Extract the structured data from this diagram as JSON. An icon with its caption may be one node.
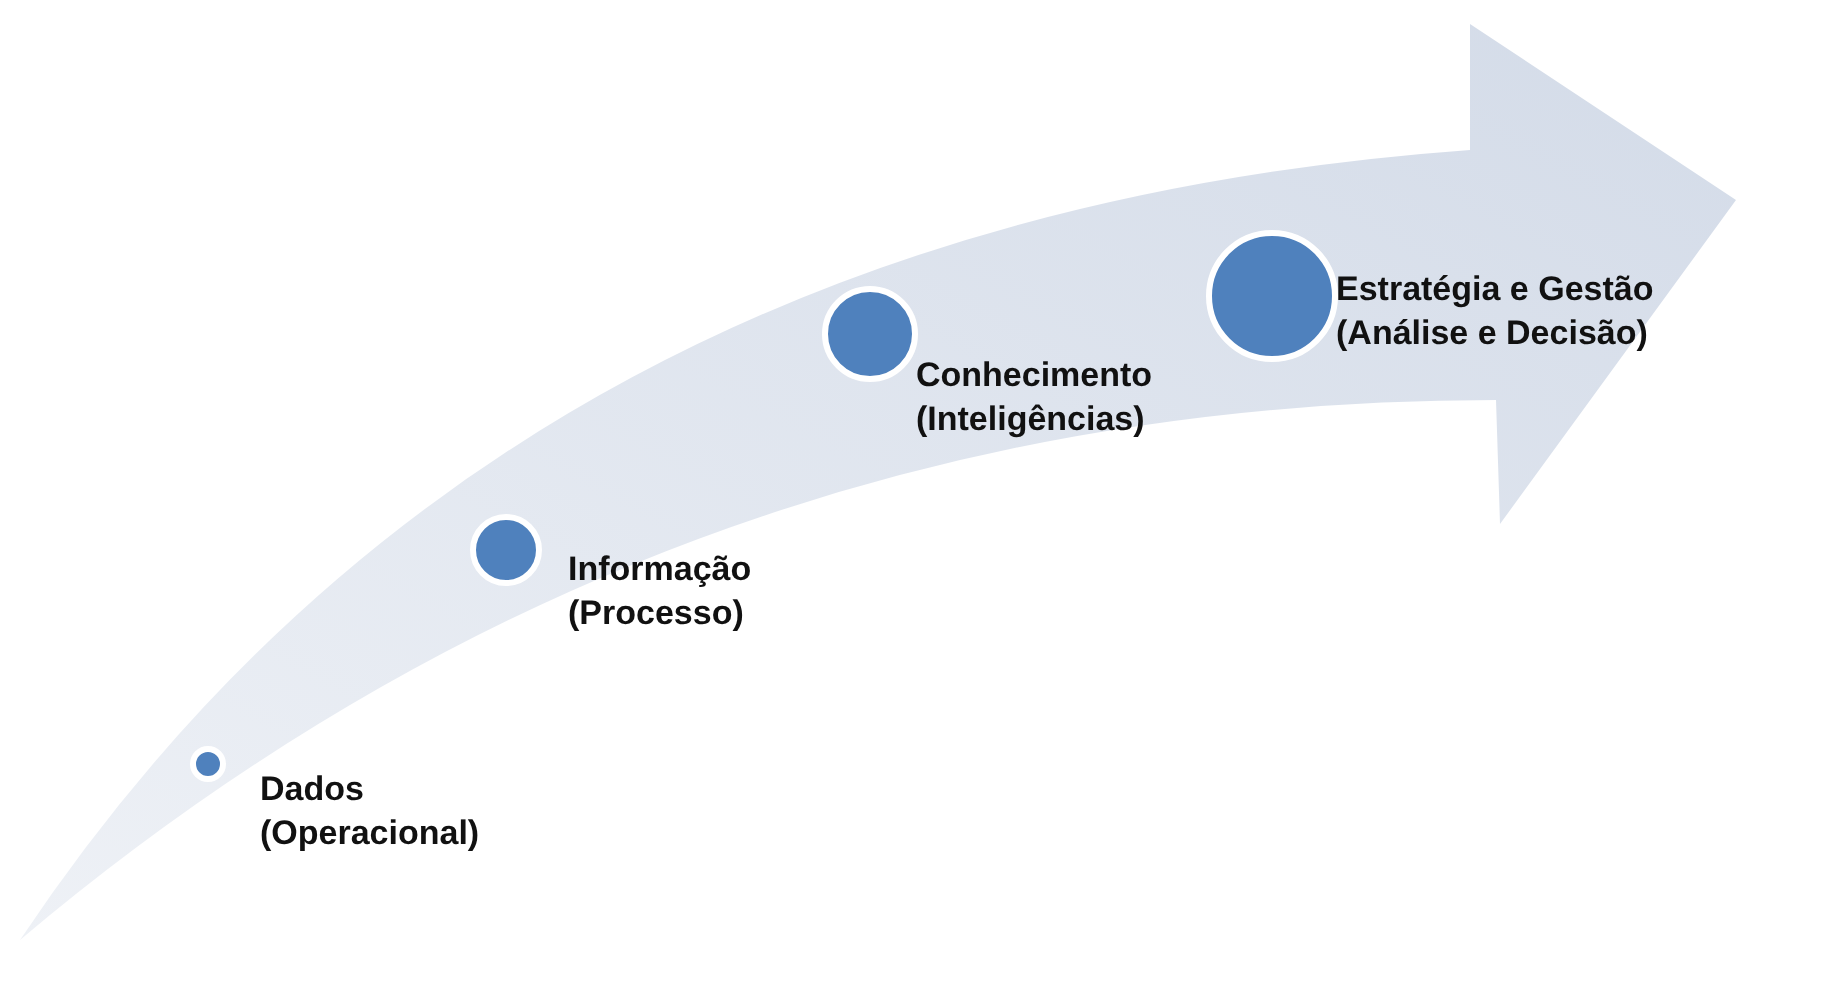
{
  "diagram": {
    "nodes": [
      {
        "text": [],
        "shape": "circle",
        "beside": [
          "Dados (Operacional)"
        ]
      },
      {
        "text": [],
        "shape": "circle",
        "beside": [
          "Informação (Processo)"
        ]
      },
      {
        "text": [],
        "shape": "circle",
        "beside": [
          "Conhecimento (Inteligências)"
        ]
      },
      {
        "text": [],
        "shape": "circle",
        "beside": [
          "Estratégia e Gestão (Análise e Decisão)"
        ]
      }
    ],
    "edges": []
  }
}
